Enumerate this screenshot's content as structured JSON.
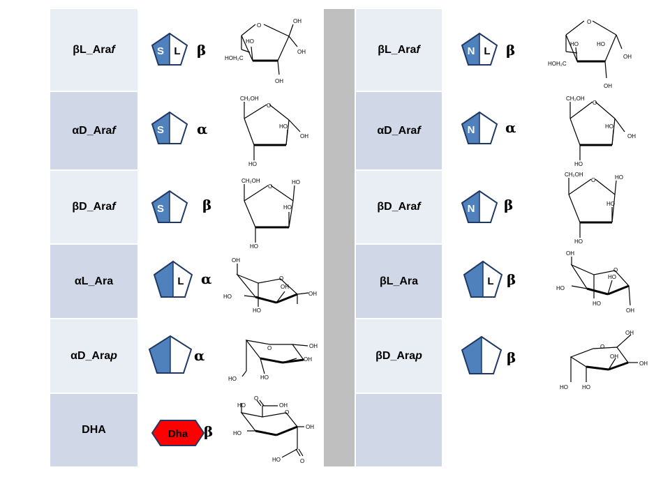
{
  "colors": {
    "light_row": "#e9edf4",
    "dark_row": "#d0d8e8",
    "separator": "#bfbfbf",
    "symbol_fill": "#4f81bd",
    "symbol_stroke": "#1f3864",
    "dha_fill": "#ff0000"
  },
  "left_rows": [
    {
      "name": "βL_Araf",
      "letters": [
        "S",
        "L"
      ],
      "anomer": "β"
    },
    {
      "name": "αD_Araf",
      "letters": [
        "S",
        ""
      ],
      "anomer": "α"
    },
    {
      "name": "βD_Araf",
      "letters": [
        "S",
        ""
      ],
      "anomer": "β"
    },
    {
      "name": "αL_Ara",
      "letters": [
        "L"
      ],
      "anomer": "α"
    },
    {
      "name": "αD_Arap",
      "letters": [],
      "anomer": "α"
    },
    {
      "name": "DHA",
      "letters": [
        "Dha"
      ],
      "anomer": "β"
    }
  ],
  "right_rows": [
    {
      "name": "βL_Araf",
      "letters": [
        "N",
        "L"
      ],
      "anomer": "β"
    },
    {
      "name": "αD_Araf",
      "letters": [
        "N",
        ""
      ],
      "anomer": "α"
    },
    {
      "name": "βD_Araf",
      "letters": [
        "N",
        ""
      ],
      "anomer": "β"
    },
    {
      "name": "βL_Ara",
      "letters": [
        "L"
      ],
      "anomer": "β"
    },
    {
      "name": "βD_Arap",
      "letters": [],
      "anomer": "β"
    },
    {
      "name": "",
      "letters": [],
      "anomer": ""
    }
  ],
  "atoms": {
    "o": "O",
    "oh": "OH",
    "ho": "HO",
    "ch2oh": "CH₂OH",
    "hoh2c": "HOH₂C",
    "cooh": "OH"
  }
}
